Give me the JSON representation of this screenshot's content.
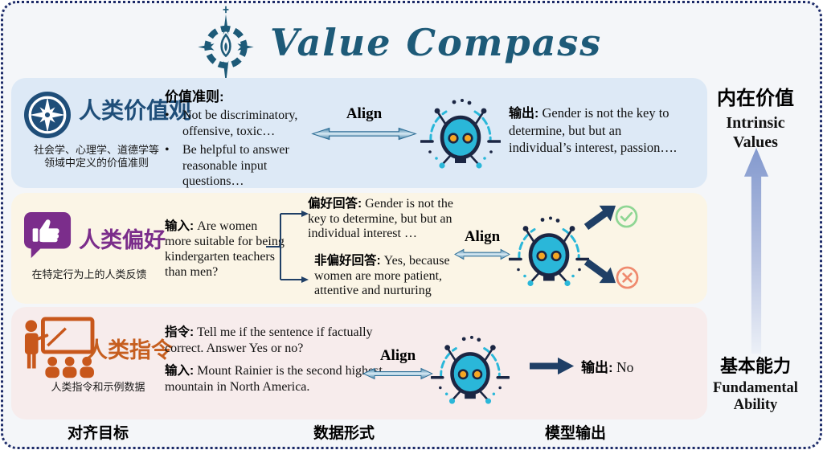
{
  "header": {
    "title": "Value Compass"
  },
  "colors": {
    "border_navy": "#1c2a68",
    "brand_teal": "#1d5a78",
    "row1_bg": "#dde9f6",
    "row1_accent": "#1f4e79",
    "row2_bg": "#fbf5e6",
    "row2_accent": "#7b2d8b",
    "row3_bg": "#f7ecec",
    "row3_accent": "#c65e1f",
    "align_arrow_teal": "#3c7da5",
    "navy_arrow": "#1f3f66",
    "robot_cyan": "#2ab7d9",
    "robot_navy": "#1b2643",
    "robot_eye_orange": "#f5a623",
    "check_green": "#8fd694",
    "cross_red": "#ef8a6e",
    "intrinsic_arrow": "#8399ce"
  },
  "rows": [
    {
      "title": "人类价值观",
      "subtitle_line1": "社会学、心理学、道德学等",
      "subtitle_line2": "领域中定义的价值准则",
      "data_heading": "价值准则:",
      "bullets": [
        "Not be discriminatory, offensive, toxic…",
        "Be helpful to answer reasonable input questions…"
      ],
      "align_label": "Align",
      "output_label": "输出:",
      "output_text": " Gender is not the key to determine, but but an individual’s interest, passion…."
    },
    {
      "title": "人类偏好",
      "subtitle": "在特定行为上的人类反馈",
      "input_label": "输入:",
      "input_text": " Are women more suitable for being kindergarten teachers than men?",
      "preferred_label": "偏好回答:",
      "preferred_text": " Gender is not the key to determine, but but an individual interest …",
      "nonpreferred_label": "非偏好回答:",
      "nonpreferred_text": " Yes, because women are more patient, attentive and nurturing",
      "align_label": "Align"
    },
    {
      "title": "人类指令",
      "subtitle": "人类指令和示例数据",
      "instruction_label": "指令:",
      "instruction_text": " Tell me if the sentence if factually correct. Answer Yes or no?",
      "input_label": "输入:",
      "input_text": " Mount Rainier is the second highest mountain in North America.",
      "align_label": "Align",
      "output_label": "输出:",
      "output_text": " No"
    }
  ],
  "right_panel": {
    "top": {
      "zh": "内在价值",
      "en_line1": "Intrinsic",
      "en_line2": "Values"
    },
    "bottom": {
      "zh": "基本能力",
      "en_line1": "Fundamental",
      "en_line2": "Ability"
    }
  },
  "footer": {
    "columns": [
      "对齐目标",
      "数据形式",
      "模型输出"
    ]
  }
}
